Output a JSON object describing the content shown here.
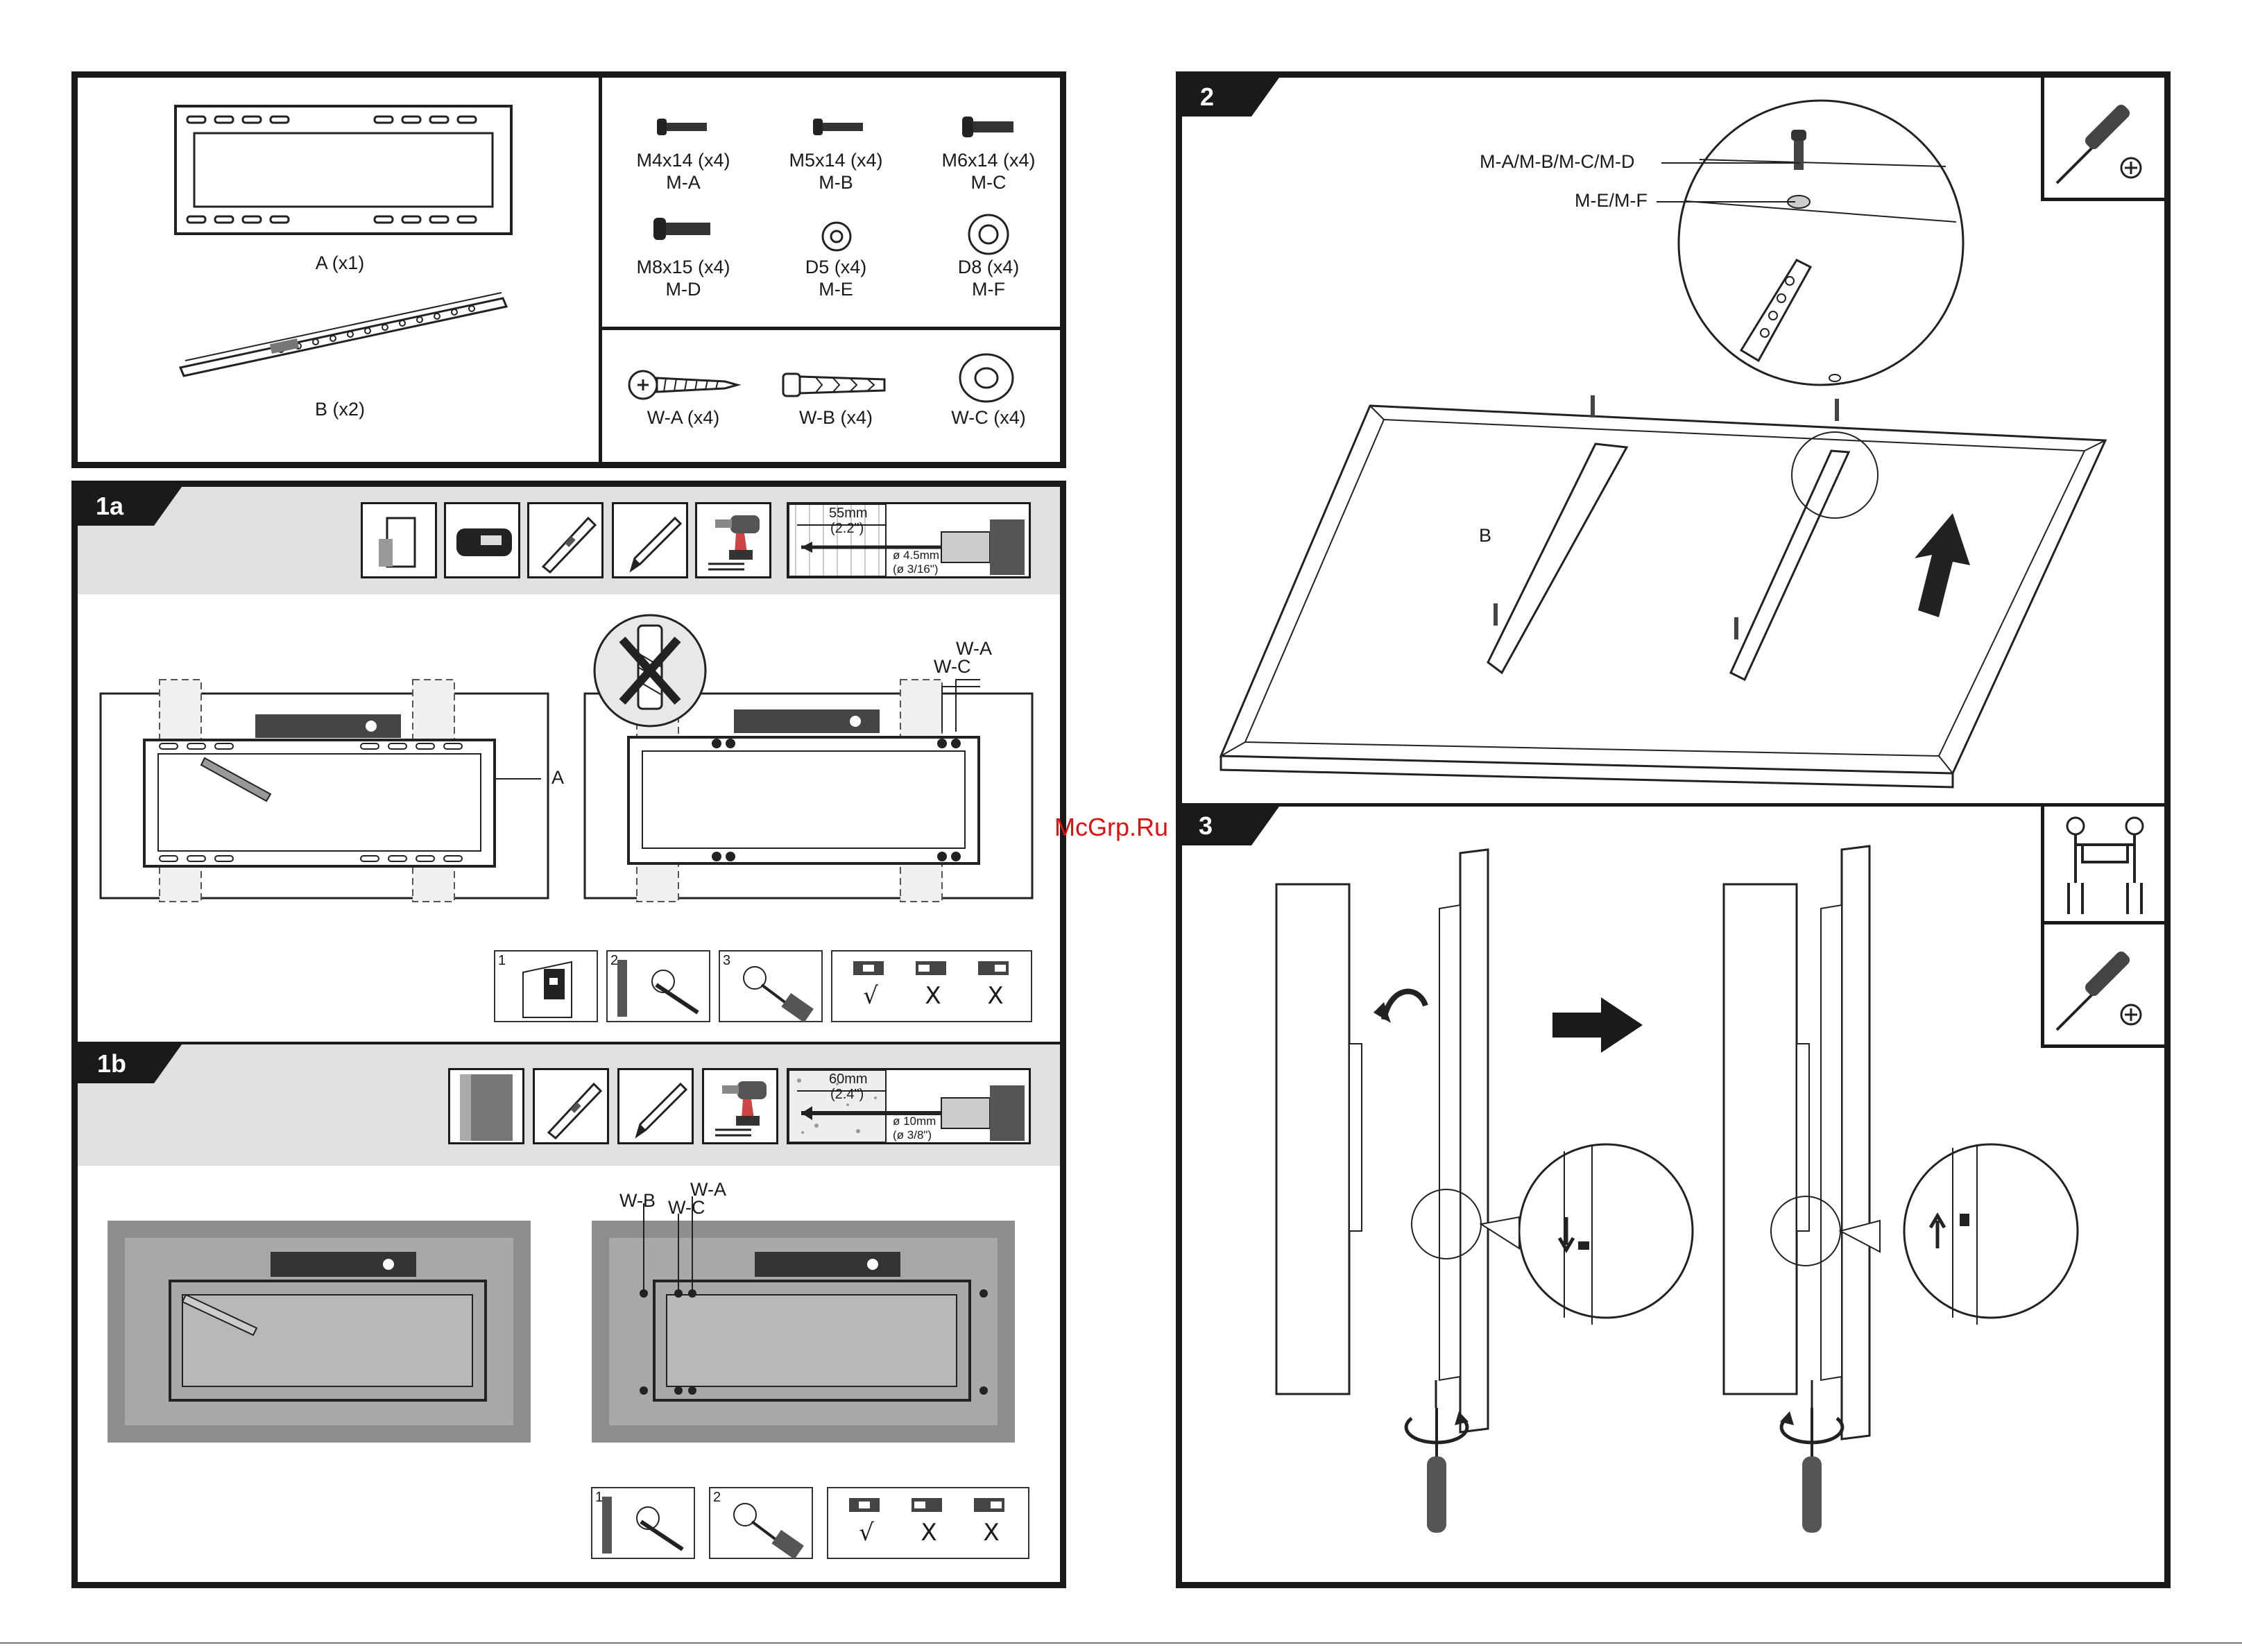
{
  "parts": {
    "bracket_a": "A (x1)",
    "arm_b": "B (x2)",
    "screws": [
      {
        "size": "M4x14 (x4)",
        "code": "M-A"
      },
      {
        "size": "M5x14 (x4)",
        "code": "M-B"
      },
      {
        "size": "M6x14 (x4)",
        "code": "M-C"
      },
      {
        "size": "M8x15 (x4)",
        "code": "M-D"
      },
      {
        "size": "D5 (x4)",
        "code": "M-E"
      },
      {
        "size": "D8 (x4)",
        "code": "M-F"
      }
    ],
    "wall_hardware": [
      "W-A (x4)",
      "W-B (x4)",
      "W-C (x4)"
    ]
  },
  "step_1a": {
    "number": "1a",
    "drill": {
      "depth_mm": "55mm",
      "depth_in": "(2.2\")",
      "bit_mm": "ø 4.5mm",
      "bit_in": "(ø 3/16\")"
    },
    "callout_a": "A",
    "callout_wa": "W-A",
    "callout_wc": "W-C",
    "substeps": [
      "1",
      "2",
      "3"
    ],
    "level_marks": [
      "√",
      "X",
      "X"
    ]
  },
  "step_1b": {
    "number": "1b",
    "drill": {
      "depth_mm": "60mm",
      "depth_in": "(2.4\")",
      "bit_mm": "ø 10mm",
      "bit_in": "(ø 3/8\")"
    },
    "callout_wb": "W-B",
    "callout_wa": "W-A",
    "callout_wc": "W-C",
    "substeps": [
      "1",
      "2"
    ],
    "level_marks": [
      "√",
      "X",
      "X"
    ]
  },
  "step_2": {
    "number": "2",
    "callout_screws": "M-A/M-B/M-C/M-D",
    "callout_washers": "M-E/M-F",
    "callout_b": "B"
  },
  "step_3": {
    "number": "3"
  },
  "watermark": "McGrp.Ru"
}
